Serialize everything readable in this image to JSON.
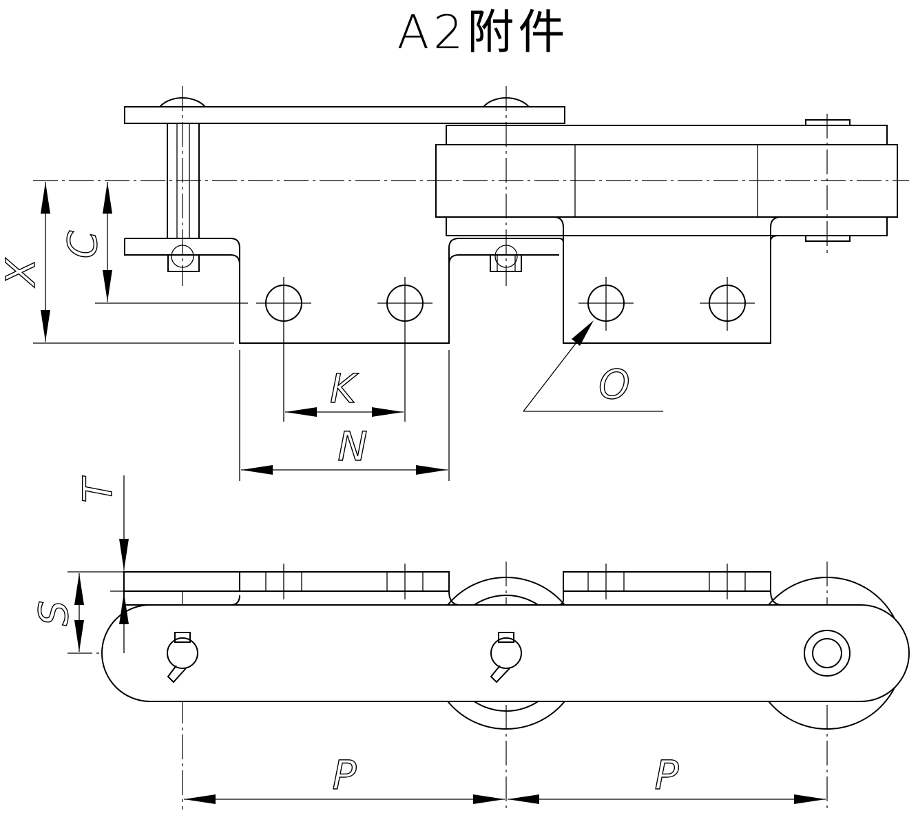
{
  "title": "A2附件",
  "labels": {
    "x": "X",
    "c": "C",
    "k": "K",
    "n": "N",
    "o": "O",
    "t": "T",
    "s": "S",
    "p1": "P",
    "p2": "P"
  },
  "colors": {
    "stroke": "#000000",
    "background": "#ffffff"
  }
}
